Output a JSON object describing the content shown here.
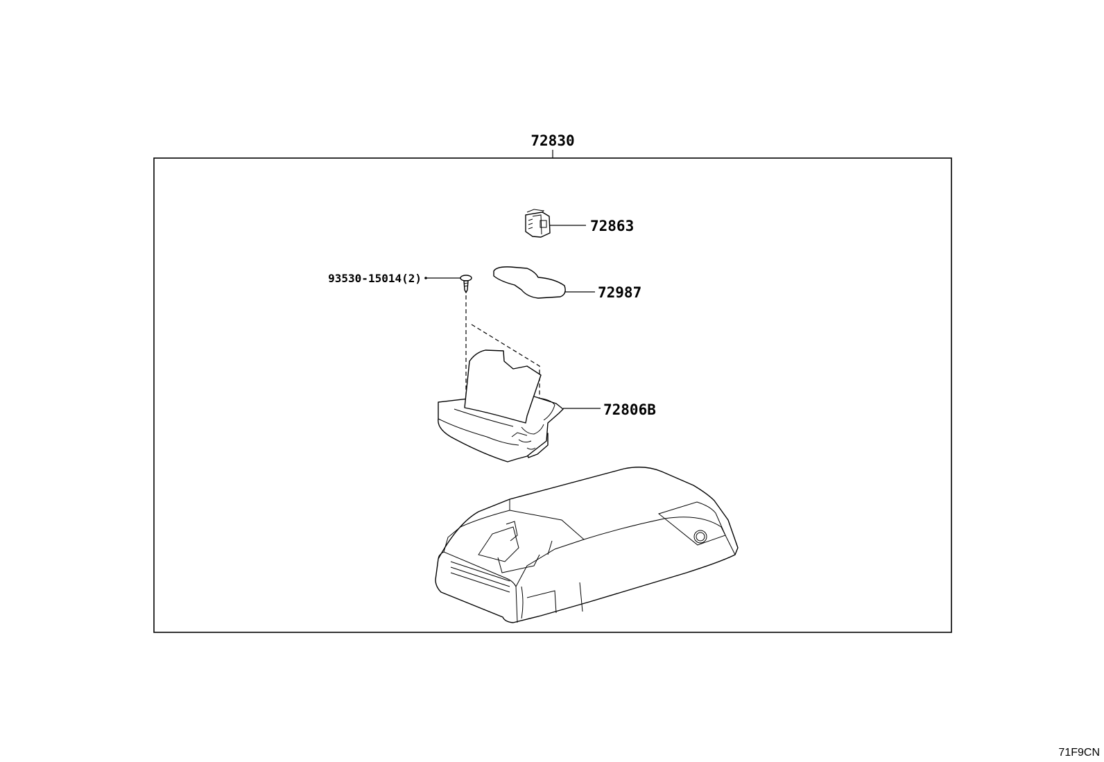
{
  "assembly": {
    "part_number": "72830"
  },
  "parts": [
    {
      "id": "clip",
      "part_number": "72863"
    },
    {
      "id": "screw",
      "part_number": "93530-15014(2)"
    },
    {
      "id": "pad",
      "part_number": "72987"
    },
    {
      "id": "cup-holder",
      "part_number": "72806B"
    }
  ],
  "illustration_ref": "71F9CN"
}
